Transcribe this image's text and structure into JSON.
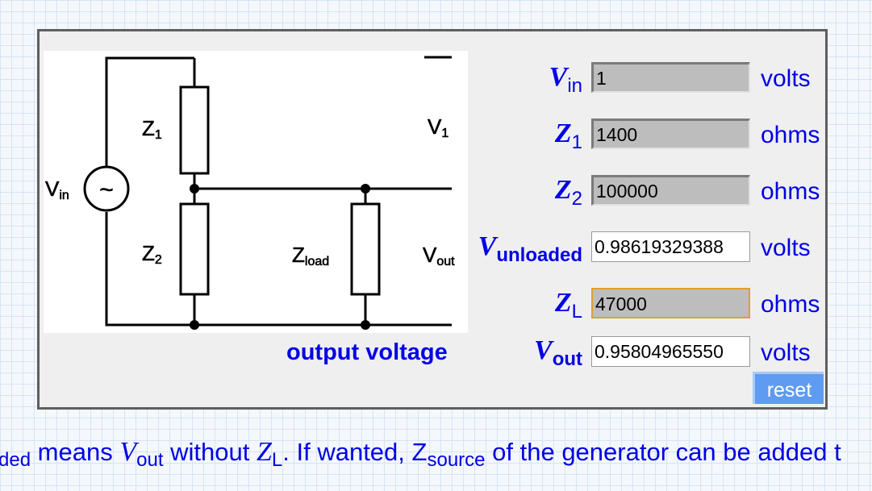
{
  "circuit": {
    "labels": {
      "vin": "V",
      "vin_sub": "in",
      "z1": "Z",
      "z1_sub": "1",
      "z2": "Z",
      "z2_sub": "2",
      "zload": "Z",
      "zload_sub": "load",
      "v1": "V",
      "v1_sub": "1",
      "vout": "V",
      "vout_sub": "out"
    },
    "source_symbol": "~",
    "caption": "output voltage"
  },
  "fields": [
    {
      "symbol": "V",
      "sub": "in",
      "value": "1",
      "unit": "volts",
      "editable": true
    },
    {
      "symbol": "Z",
      "sub": "1",
      "value": "1400",
      "unit": "ohms",
      "editable": true
    },
    {
      "symbol": "Z",
      "sub": "2",
      "value": "100000",
      "unit": "ohms",
      "editable": true
    },
    {
      "symbol": "V",
      "sub": "unloaded",
      "value": "0.98619329388",
      "unit": "volts",
      "editable": false
    },
    {
      "symbol": "Z",
      "sub": "L",
      "value": "47000",
      "unit": "ohms",
      "editable": true,
      "focused": true
    },
    {
      "symbol": "V",
      "sub": "out",
      "value": "0.95804965550",
      "unit": "volts",
      "editable": false
    }
  ],
  "reset_label": "reset",
  "footnote": {
    "lead_sub": "ded",
    "t1": "means",
    "vout": "V",
    "vout_sub": "out",
    "t2": "without",
    "zl": "Z",
    "zl_sub": "L",
    "t3": ". If wanted, Z",
    "zs_sub": "source",
    "t4": "of the generator can be added t"
  },
  "colors": {
    "accent": "#0000e6",
    "button": "#5f9bf0",
    "focus": "#e0a028"
  }
}
